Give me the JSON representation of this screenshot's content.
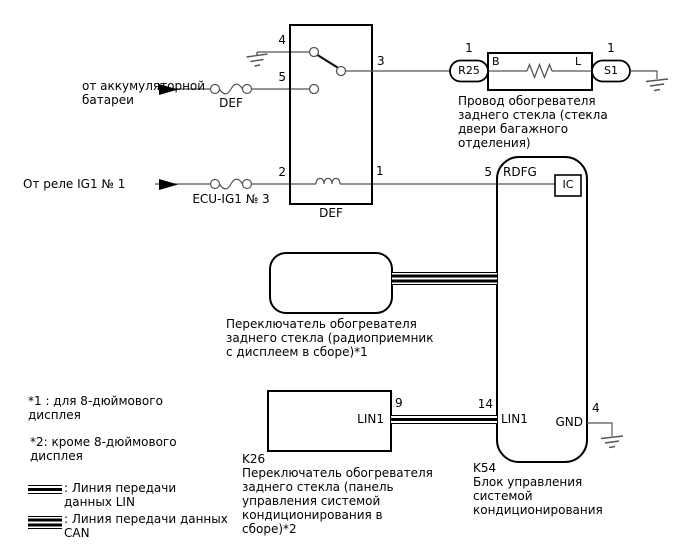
{
  "texts": {
    "battery_source": "от аккумуляторной\nбатареи",
    "fuse_def": "DEF",
    "ig1_source": "От реле IG1 № 1",
    "fuse_ecu_ig1": "ECU-IG1 № 3",
    "relay_label": "DEF",
    "heater_wire_label": "Провод обогревателя\nзаднего стекла (стекла\nдвери багажного\nотделения)",
    "radio_switch_label": "Переключатель обогревателя\nзаднего стекла (радиоприемник\nс дисплеем в сборе)*1",
    "k26_label": "K26\nПереключатель обогревателя\nзаднего стекла (панель\nуправления системой\nкондиционирования в\nсборе)*2",
    "k54_label": "K54\nБлок управления\nсистемой\nкондиционирования",
    "note1": "*1 : для 8-дюймового\nдисплея",
    "note2": "*2: кроме 8-дюймового\nдисплея",
    "legend_lin": ": Линия передачи\nданных LIN",
    "legend_can": ": Линия передачи данных\nCAN"
  },
  "connectors": {
    "r25": "R25",
    "s1": "S1",
    "b": "B",
    "l": "L",
    "rdfg": "RDFG",
    "ic": "IC",
    "lin1_k26": "LIN1",
    "lin1_k54": "LIN1",
    "gnd": "GND"
  },
  "pins": {
    "relay_4": "4",
    "relay_5": "5",
    "relay_2": "2",
    "relay_3": "3",
    "relay_1": "1",
    "r25": "1",
    "s1": "1",
    "rdfg": "5",
    "lin_k26": "9",
    "lin_k54": "14",
    "gnd": "4"
  },
  "colors": {
    "wire": "#555555",
    "outline": "#000000",
    "arrow": "#000000",
    "background": "#ffffff"
  }
}
